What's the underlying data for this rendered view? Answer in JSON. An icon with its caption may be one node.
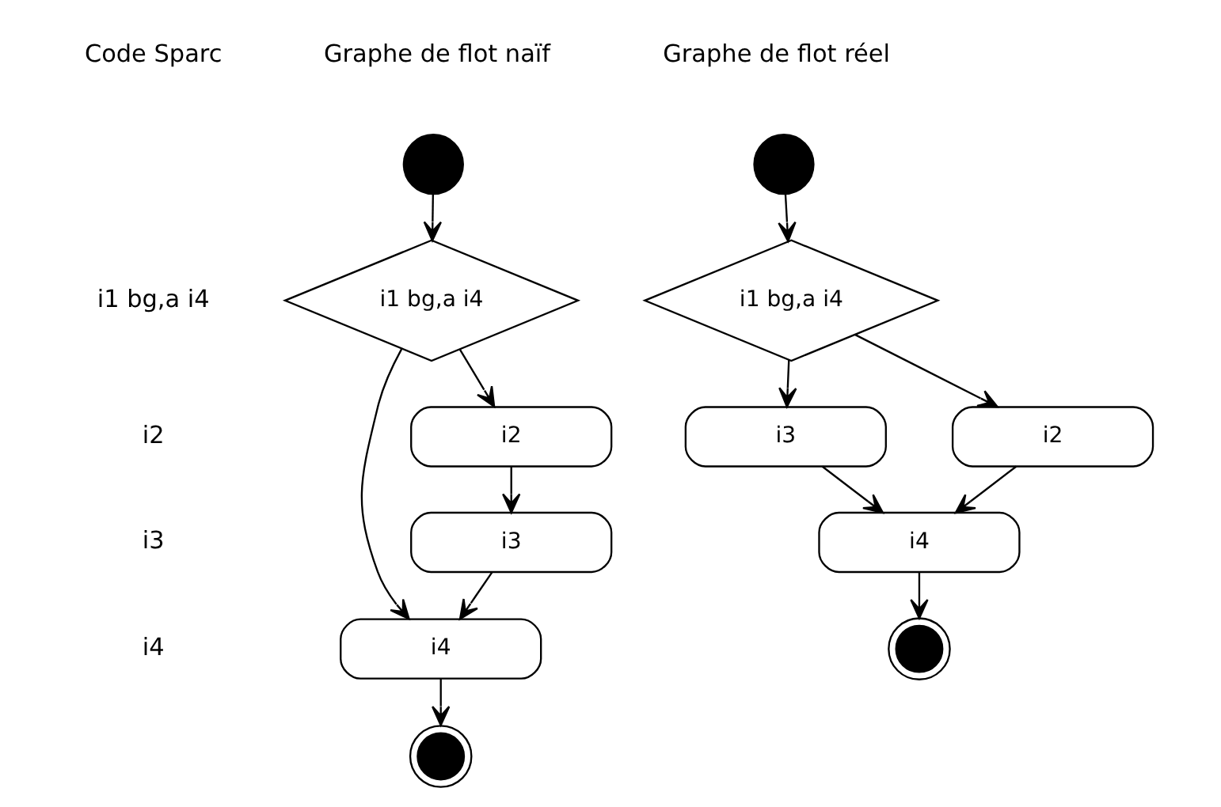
{
  "diagram": {
    "nodes": [
      {
        "text": [],
        "shape": "circle"
      },
      {
        "text": [
          "i1 bg,a i4"
        ]
      },
      {
        "text": [
          "i2"
        ]
      },
      {
        "text": [
          "i3"
        ]
      },
      {
        "text": [
          "i4"
        ]
      },
      {
        "text": [],
        "shape": "bullseye"
      },
      {
        "text": [],
        "shape": "circle"
      },
      {
        "text": [
          "i1 bg,a i4"
        ]
      },
      {
        "text": [
          "i2"
        ]
      },
      {
        "text": [
          "i3"
        ]
      },
      {
        "text": [
          "i4"
        ]
      },
      {
        "text": [],
        "shape": "bullseye"
      }
    ],
    "edges": [
      {
        "from": 0,
        "to": 1,
        "arrow": "to"
      },
      {
        "from": 1,
        "to": 2,
        "arrow": "to"
      },
      {
        "from": 2,
        "to": 3,
        "arrow": "to"
      },
      {
        "from": 3,
        "to": 4,
        "arrow": "to"
      },
      {
        "from": 1,
        "to": 4,
        "arrow": "to"
      },
      {
        "from": 4,
        "to": 5,
        "arrow": "to"
      },
      {
        "from": 6,
        "to": 7,
        "arrow": "to"
      },
      {
        "from": 7,
        "to": 9,
        "arrow": "to"
      },
      {
        "from": 7,
        "to": 8,
        "arrow": "to"
      },
      {
        "from": 9,
        "to": 10,
        "arrow": "to"
      },
      {
        "from": 8,
        "to": 10,
        "arrow": "to"
      },
      {
        "from": 10,
        "to": 11,
        "arrow": "to"
      }
    ],
    "labels": [
      "Code Sparc",
      "Graphe de flot naïf",
      "Graphe de flot réel",
      "i1 bg,a i4",
      "i2",
      "i3",
      "i4"
    ]
  }
}
